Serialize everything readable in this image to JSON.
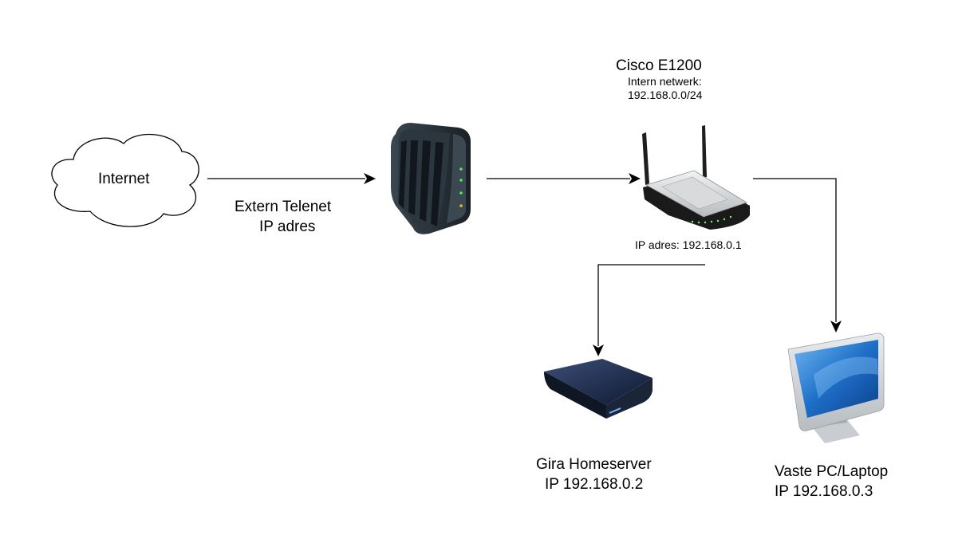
{
  "nodes": {
    "internet": {
      "label": "Internet"
    },
    "modem": {
      "link_label_line1": "Extern Telenet",
      "link_label_line2": "IP adres"
    },
    "router": {
      "title": "Cisco E1200",
      "network_line1": "Intern netwerk:",
      "network_line2": "192.168.0.0/24",
      "ip_label": "IP adres: 192.168.0.1"
    },
    "homeserver": {
      "name": "Gira Homeserver",
      "ip": "IP 192.168.0.2"
    },
    "pc": {
      "name": "Vaste PC/Laptop",
      "ip": "IP 192.168.0.3"
    }
  },
  "icons": [
    "cloud-icon",
    "modem-icon",
    "router-icon",
    "server-icon",
    "monitor-icon"
  ]
}
